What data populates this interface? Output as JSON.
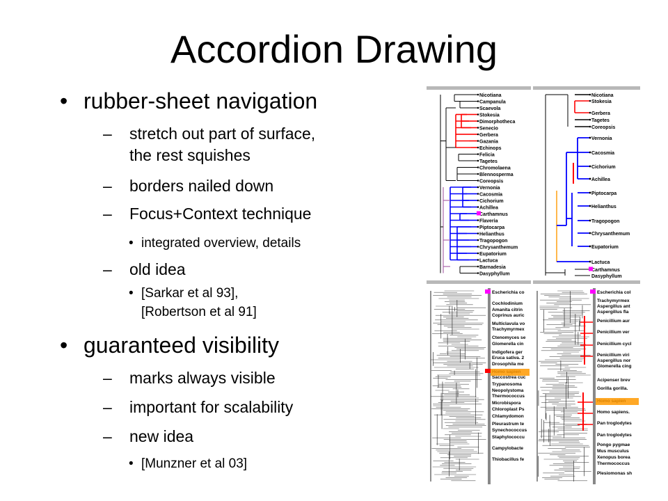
{
  "slide": {
    "title": "Accordion Drawing",
    "marker_l1": "•",
    "marker_l2": "–",
    "marker_l3": "•",
    "b1_text": "rubber-sheet navigation",
    "b1_sub1_line1": "stretch out part of surface,",
    "b1_sub1_line2": "the rest squishes",
    "b1_sub2": "borders nailed down",
    "b1_sub3": "Focus+Context technique",
    "b1_sub3_item": "integrated overview, details",
    "b1_sub4": "old idea",
    "b1_sub4_item_line1": "[Sarkar et al 93],",
    "b1_sub4_item_line2": "[Robertson et al 91]",
    "b2_text": "guaranteed visibility",
    "b2_sub1": "marks always visible",
    "b2_sub2": "important for scalability",
    "b2_sub3": "new idea",
    "b2_sub3_item": "[Munzner et al 03]"
  },
  "figures": {
    "tree_a_labels": [
      "Nicotiana",
      "Campanula",
      "Scaevola",
      "Stokesia",
      "Dimorphotheca",
      "Senecio",
      "Gerbera",
      "Gazania",
      "Echinops",
      "Felicia",
      "Tagetes",
      "Chromolaena",
      "Blennosperma",
      "Coreopsis",
      "Vernonia",
      "Cacosmia",
      "Cichorium",
      "Achillea",
      "Carthamnus",
      "Flaveria",
      "Piptocarpa",
      "Helianthus",
      "Tragopogon",
      "Chrysanthemum",
      "Eupatorium",
      "Lactuca",
      "Barnadesia",
      "Dasyphyllum"
    ],
    "tree_b_top_labels": [
      "Nicotiana",
      "Stokesia",
      "Gerbera",
      "Tagetes",
      "Coreopsis"
    ],
    "tree_b_focus_labels": [
      "Vernonia",
      "Cacosmia",
      "Cichorium",
      "Achillea",
      "Piptocarpa",
      "Helianthus",
      "Tragopogon",
      "Chrysanthemum",
      "Eupatorium",
      "Lactuca"
    ],
    "tree_b_bottom_labels": [
      "Carthamnus",
      "Dasyphyllum"
    ],
    "tree_c_labels": [
      "Escherichia co",
      "Cochlodinium",
      "Amanita citrin",
      "Coprinus auric",
      "Multiclavula vo",
      "Trachymyrmex",
      "Ctenomyces se",
      "Glomerella cin",
      "Indigofera ger",
      "Eruca sativa. 2",
      "Drosophila me",
      "Homo sapien",
      "Saccostrea cuc",
      "Trypanosoma",
      "Neopolystoma",
      "Thermococcus",
      "Microbispora",
      "Chloroplast Ps",
      "Chlamydomon",
      "Pleurastrum te",
      "Synechococcus",
      "Staphylococcu",
      "Campylobacte",
      "Thiobacillus fe"
    ],
    "tree_d_labels": [
      "Escherichia col",
      "Trachymyrmex",
      "Aspergillus ant",
      "Aspergillus fla",
      "Penicillium aur",
      "Penicillium ver",
      "Penicillium cycl",
      "Penicillium viri",
      "Aspergillus nor",
      "Glomerella cing",
      "Acipenser brev",
      "Gorilla gorilla.",
      "Homo sapien",
      "Homo sapiens.",
      "Pan troglodytes",
      "Pan troglodytes",
      "Pongo pygmae",
      "Mus musculus",
      "Xenopus borea",
      "Thermococcus",
      "Plesiomonas sh"
    ],
    "colors": {
      "red": "#ff0000",
      "blue": "#0000ff",
      "magenta": "#ff00ff",
      "orange_highlight": "#ff9900",
      "branch": "#000000",
      "frame_gray": "#b8b8b8"
    }
  }
}
